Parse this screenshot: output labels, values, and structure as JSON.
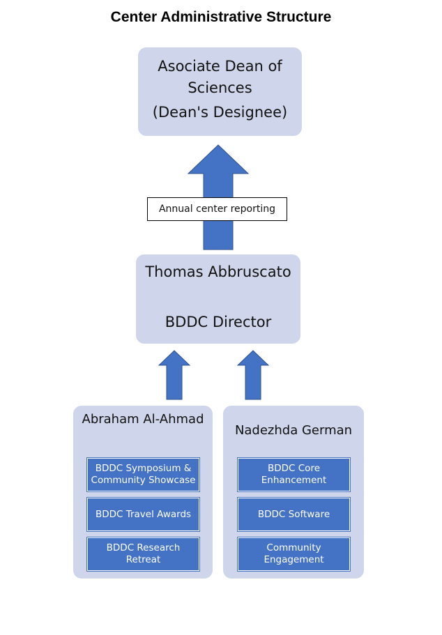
{
  "title": "Center Administrative Structure",
  "dean": {
    "line1": "Asociate Dean of Sciences",
    "line2": "(Dean's Designee)"
  },
  "reporting_label": "Annual center reporting",
  "director": {
    "line1": "Thomas Abbruscato",
    "line2": "BDDC Director"
  },
  "groups": [
    {
      "name": "Abraham Al-Ahmad",
      "items": [
        "BDDC Symposium & Community Showcase",
        "BDDC Travel Awards",
        "BDDC Research Retreat"
      ]
    },
    {
      "name": "Nadezhda German",
      "items": [
        "BDDC Core Enhancement",
        "BDDC Software",
        "Community Engagement"
      ]
    }
  ],
  "colors": {
    "box_fill": "#cfd5ea",
    "item_fill": "#4472c4",
    "arrow_fill": "#4472c4",
    "arrow_stroke": "#2f528f"
  }
}
